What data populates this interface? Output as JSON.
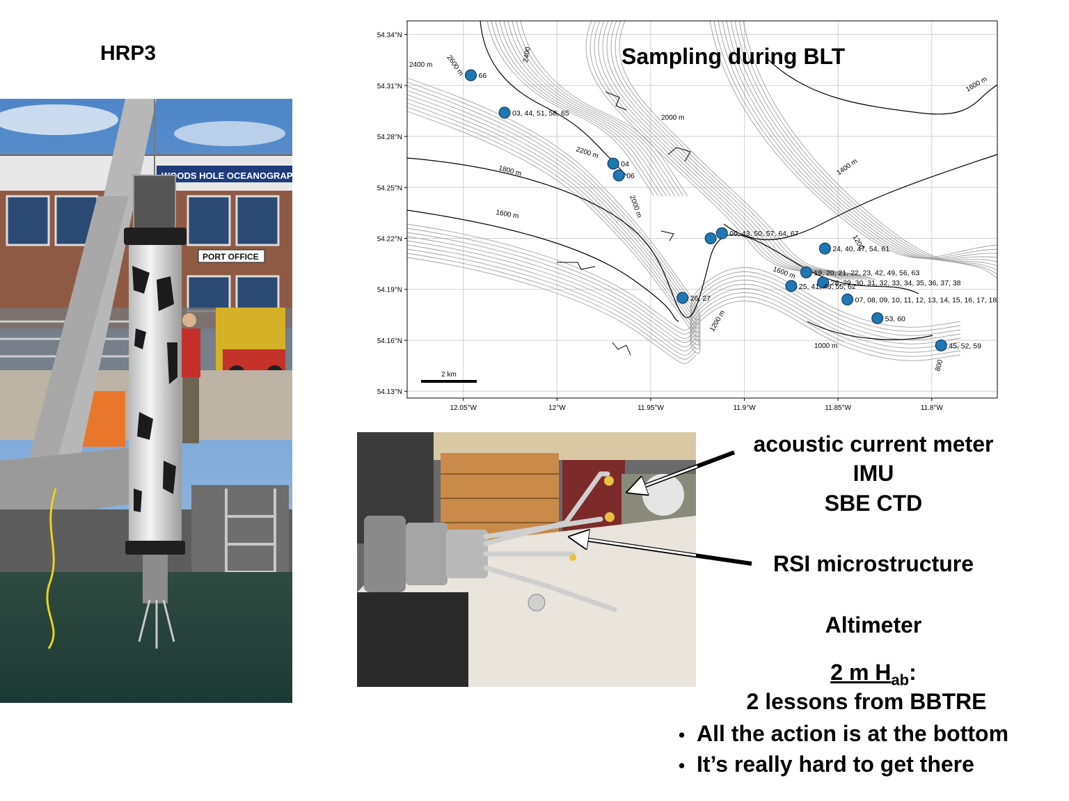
{
  "left_title": "HRP3",
  "photo": {
    "building_sign": "WOODS HOLE OCEANOGRAPHIC INSTIT",
    "port_sign": "PORT OFFICE"
  },
  "map": {
    "title": "Sampling during BLT",
    "lat_ticks": [
      "54.34°N",
      "54.31°N",
      "54.28°N",
      "54.25°N",
      "54.22°N",
      "54.19°N",
      "54.16°N",
      "54.13°N"
    ],
    "lon_ticks": [
      "12.05°W",
      "12°W",
      "11.95°W",
      "11.9°W",
      "11.85°W",
      "11.8°W"
    ],
    "scale_bar": "2 km",
    "contour_labels": [
      "2400 m",
      "2600 m",
      "2400",
      "2000 m",
      "2200 m",
      "1800 m",
      "2000 m",
      "1600 m",
      "1600 m",
      "1400 m",
      "1200",
      "1600 m",
      "1200 m",
      "1000 m",
      "800"
    ],
    "stations": [
      {
        "label": "66",
        "lon": -12.046,
        "lat": 54.316
      },
      {
        "label": "03, 44, 51, 58, 65",
        "lon": -12.028,
        "lat": 54.294
      },
      {
        "label": "04",
        "lon": -11.97,
        "lat": 54.264
      },
      {
        "label": "06",
        "lon": -11.967,
        "lat": 54.257
      },
      {
        "label": "05, 43, 50, 57, 64, 67",
        "lon": -11.912,
        "lat": 54.223
      },
      {
        "label": "",
        "lon": -11.918,
        "lat": 54.22
      },
      {
        "label": "24, 40, 47, 54, 61",
        "lon": -11.857,
        "lat": 54.214
      },
      {
        "label": "19, 20, 21, 22, 23, 42, 49, 56, 63",
        "lon": -11.867,
        "lat": 54.2
      },
      {
        "label": "28, 29, 30, 31, 32, 33, 34, 35, 36, 37, 38",
        "lon": -11.858,
        "lat": 54.194
      },
      {
        "label": "25, 41, 48, 55, 62",
        "lon": -11.875,
        "lat": 54.192
      },
      {
        "label": "26, 27",
        "lon": -11.933,
        "lat": 54.185
      },
      {
        "label": "07, 08, 09, 10, 11, 12, 13, 14, 15, 16, 17, 18",
        "lon": -11.845,
        "lat": 54.184
      },
      {
        "label": "53, 60",
        "lon": -11.829,
        "lat": 54.173
      },
      {
        "label": "45, 52, 59",
        "lon": -11.795,
        "lat": 54.157
      }
    ],
    "colors": {
      "station": "#1f77b4",
      "contour_light": "#a0a0a0",
      "contour_major": "#000000"
    }
  },
  "sensors": {
    "acm": "acoustic current meter",
    "imu": "IMU",
    "ctd": "SBE CTD",
    "rsi": "RSI microstructure",
    "alt": "Altimeter"
  },
  "hab": {
    "main": "2 m H",
    "sub": "ab",
    "suffix": ":"
  },
  "lessons_title": "2 lessons from BBTRE",
  "bullets": [
    "All the action is at the bottom",
    "It’s really hard to get there"
  ]
}
